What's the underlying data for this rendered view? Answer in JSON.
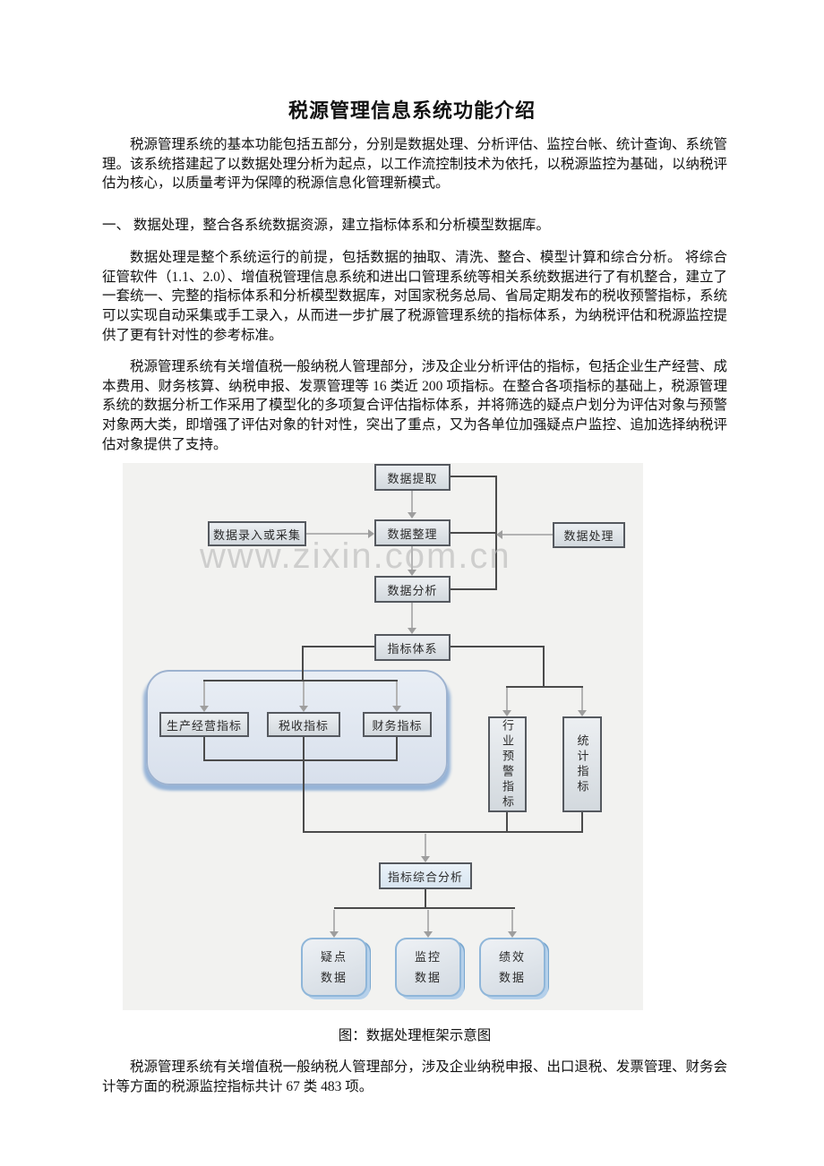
{
  "document": {
    "title": "税源管理信息系统功能介绍",
    "paragraph_1": "税源管理系统的基本功能包括五部分，分别是数据处理、分析评估、监控台帐、统计查询、系统管理。该系统搭建起了以数据处理分析为起点，以工作流控制技术为依托，以税源监控为基础，以纳税评估为核心，以质量考评为保障的税源信息化管理新模式。",
    "section_heading": "一、 数据处理，整合各系统数据资源，建立指标体系和分析模型数据库。",
    "paragraph_2": "数据处理是整个系统运行的前提，包括数据的抽取、清洗、整合、模型计算和综合分析。 将综合征管软件（1.1、2.0）、增值税管理信息系统和进出口管理系统等相关系统数据进行了有机整合，建立了一套统一、完整的指标体系和分析模型数据库，对国家税务总局、省局定期发布的税收预警指标，系统可以实现自动采集或手工录入，从而进一步扩展了税源管理系统的指标体系，为纳税评估和税源监控提供了更有针对性的参考标准。",
    "paragraph_3": "税源管理系统有关增值税一般纳税人管理部分，涉及企业分析评估的指标，包括企业生产经营、成本费用、财务核算、纳税申报、发票管理等 16 类近 200 项指标。在整合各项指标的基础上，税源管理系统的数据分析工作采用了模型化的多项复合评估指标体系，并将筛选的疑点户划分为评估对象与预警对象两大类，即增强了评估对象的针对性，突出了重点，又为各单位加强疑点户监控、追加选择纳税评估对象提供了支持。",
    "figure_caption": "图：数据处理框架示意图",
    "paragraph_4": "税源管理系统有关增值税一般纳税人管理部分，涉及企业纳税申报、出口退税、发票管理、财务会计等方面的税源监控指标共计 67 类 483 项。"
  },
  "diagram": {
    "watermark": "www.zixin.com.cn",
    "nodes": {
      "data_extraction": "数据提取",
      "data_entry_or_collection": "数据录入或采集",
      "data_organization": "数据整理",
      "data_processing": "数据处理",
      "data_analysis": "数据分析",
      "indicator_system": "指标体系",
      "production_operation_indicators": "生产经营指标",
      "tax_indicators": "税收指标",
      "financial_indicators": "财务指标",
      "industry_warning_indicators": "行业预警指标",
      "statistical_indicators": "统计指标",
      "comprehensive_indicator_analysis": "指标综合分析",
      "suspicious_line1": "疑点",
      "suspicious_line2": "数据",
      "monitoring_line1": "监控",
      "monitoring_line2": "数据",
      "performance_line1": "绩效",
      "performance_line2": "数据"
    },
    "colors": {
      "diagram_background": "#f2f2f0",
      "node_fill_top": "#eceff2",
      "node_fill_bottom": "#d3d9de",
      "node_border": "#55595f",
      "group_fill": "#dde4ef",
      "group_border": "#9db2cf",
      "group_shadow": "#97b4d7",
      "cube_border": "#8fb6d9",
      "analysis_node_fill": "#e3edf6",
      "line_dark": "#4b4b4b",
      "line_gray": "#b3b3b3",
      "watermark_gray": "#b9b9b9"
    }
  }
}
